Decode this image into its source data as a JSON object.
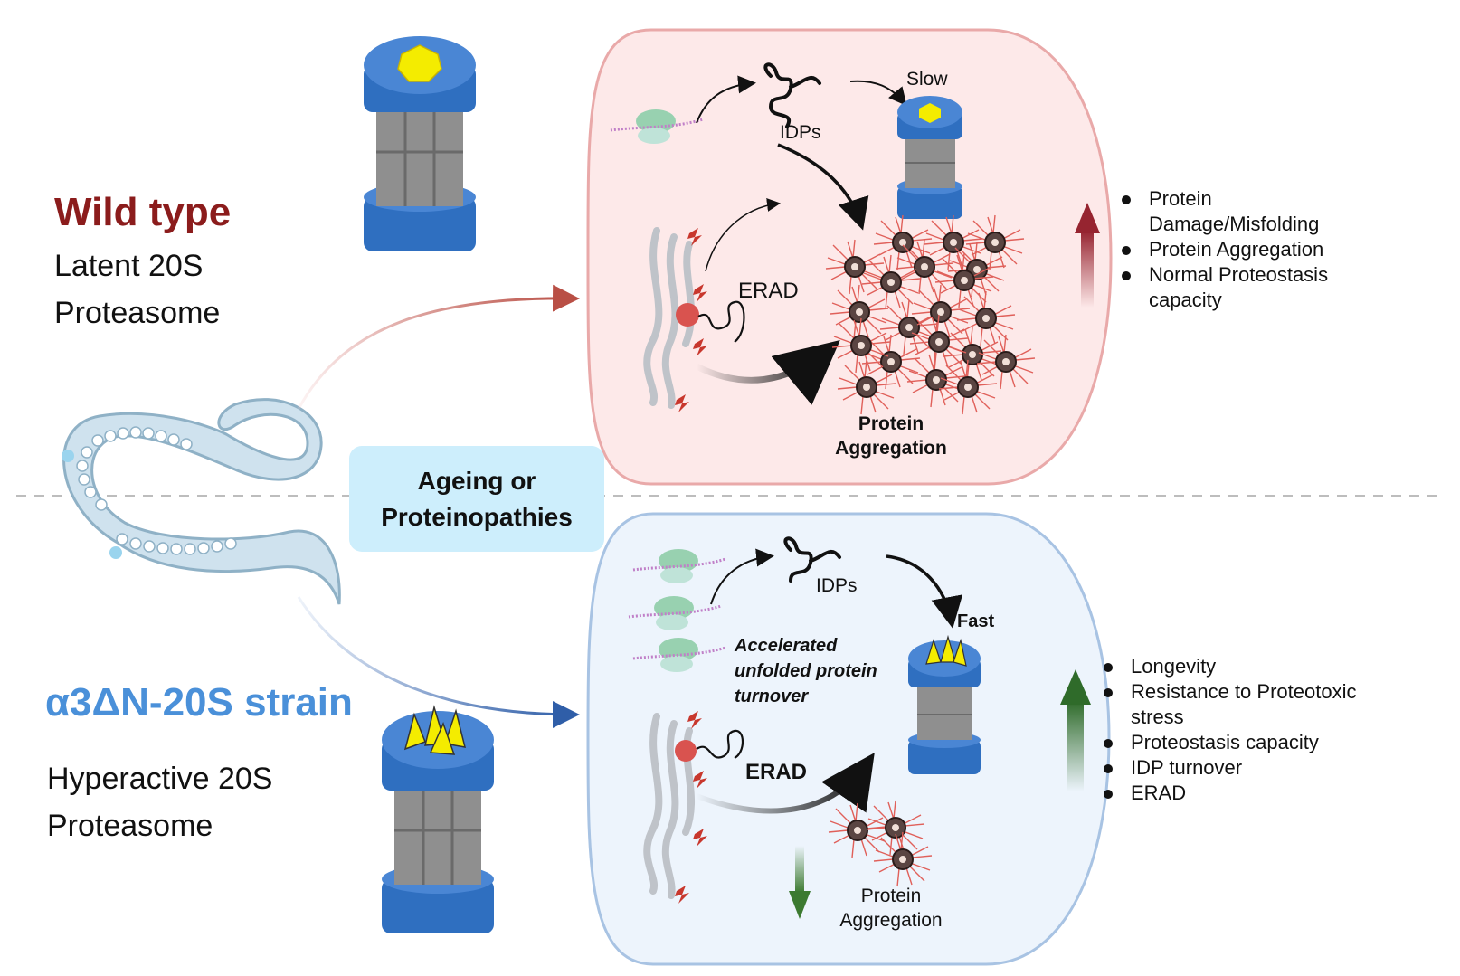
{
  "wild_type": {
    "title": "Wild type",
    "line1": "Latent 20S",
    "line2": "Proteasome"
  },
  "mutant": {
    "title": "α3ΔN-20S strain",
    "line1": "Hyperactive 20S",
    "line2": "Proteasome"
  },
  "condition": {
    "line1": "Ageing or",
    "line2": "Proteinopathies"
  },
  "top_cell": {
    "idps": "IDPs",
    "slow": "Slow",
    "erad": "ERAD",
    "aggregation_line1": "Protein",
    "aggregation_line2": "Aggregation"
  },
  "bottom_cell": {
    "idps": "IDPs",
    "fast": "Fast",
    "accelerated_line1": "Accelerated",
    "accelerated_line2": "unfolded protein",
    "accelerated_line3": "turnover",
    "erad": "ERAD",
    "aggregation_line1": "Protein",
    "aggregation_line2": "Aggregation"
  },
  "top_effects": {
    "items": [
      [
        "Protein",
        "Damage/Misfolding"
      ],
      [
        "Protein Aggregation"
      ],
      [
        "Normal Proteostasis",
        "capacity"
      ]
    ]
  },
  "bottom_effects": {
    "items": [
      [
        "Longevity"
      ],
      [
        "Resistance to Proteotoxic",
        "stress"
      ],
      [
        "Proteostasis capacity"
      ],
      [
        "IDP turnover"
      ],
      [
        "ERAD"
      ]
    ]
  },
  "colors": {
    "wild_type_title": "#8b1c1c",
    "mutant_title": "#4a90d9",
    "top_cell_fill": "#fde9e9",
    "top_cell_stroke": "#e9a9a9",
    "bottom_cell_fill": "#edf4fc",
    "bottom_cell_stroke": "#a8c3e3",
    "proteasome_blue": "#2f6fc0",
    "proteasome_grey": "#8f8f8f",
    "gate_yellow": "#f4ec00",
    "up_arrow_red": "#962430",
    "up_arrow_green": "#2f6b2a",
    "down_arrow_green": "#3c7a30",
    "condition_box": "#cdeefc"
  },
  "icons": [
    "proteasome-20s-latent-icon",
    "proteasome-20s-hyperactive-icon",
    "worm-icon",
    "ribosome-icon",
    "er-membrane-icon",
    "idp-icon",
    "aggregate-icon"
  ]
}
